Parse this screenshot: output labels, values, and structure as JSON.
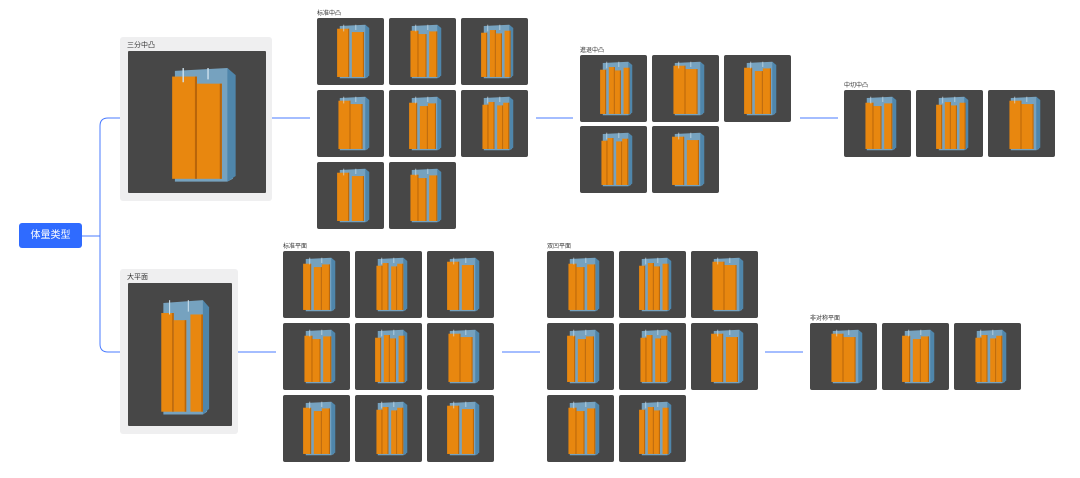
{
  "root": {
    "label": "体量类型"
  },
  "branches": [
    {
      "id": "top",
      "main_label": "三分中凸",
      "groups": [
        {
          "label": "标准中凸",
          "count": 8
        },
        {
          "label": "進退中凸",
          "count": 5
        },
        {
          "label": "中切中凸",
          "count": 3
        }
      ]
    },
    {
      "id": "bottom",
      "main_label": "大平面",
      "groups": [
        {
          "label": "标准平面",
          "count": 9
        },
        {
          "label": "双凹平面",
          "count": 8
        },
        {
          "label": "非对称平面",
          "count": 3
        }
      ]
    }
  ],
  "colors": {
    "root_bg": "#2f6bff",
    "connector": "#4a7bff",
    "thumb_bg": "#474747",
    "card_bg": "#efeff0",
    "facade_orange": "#e8870f",
    "glass_blue": "#7fb3d5"
  }
}
